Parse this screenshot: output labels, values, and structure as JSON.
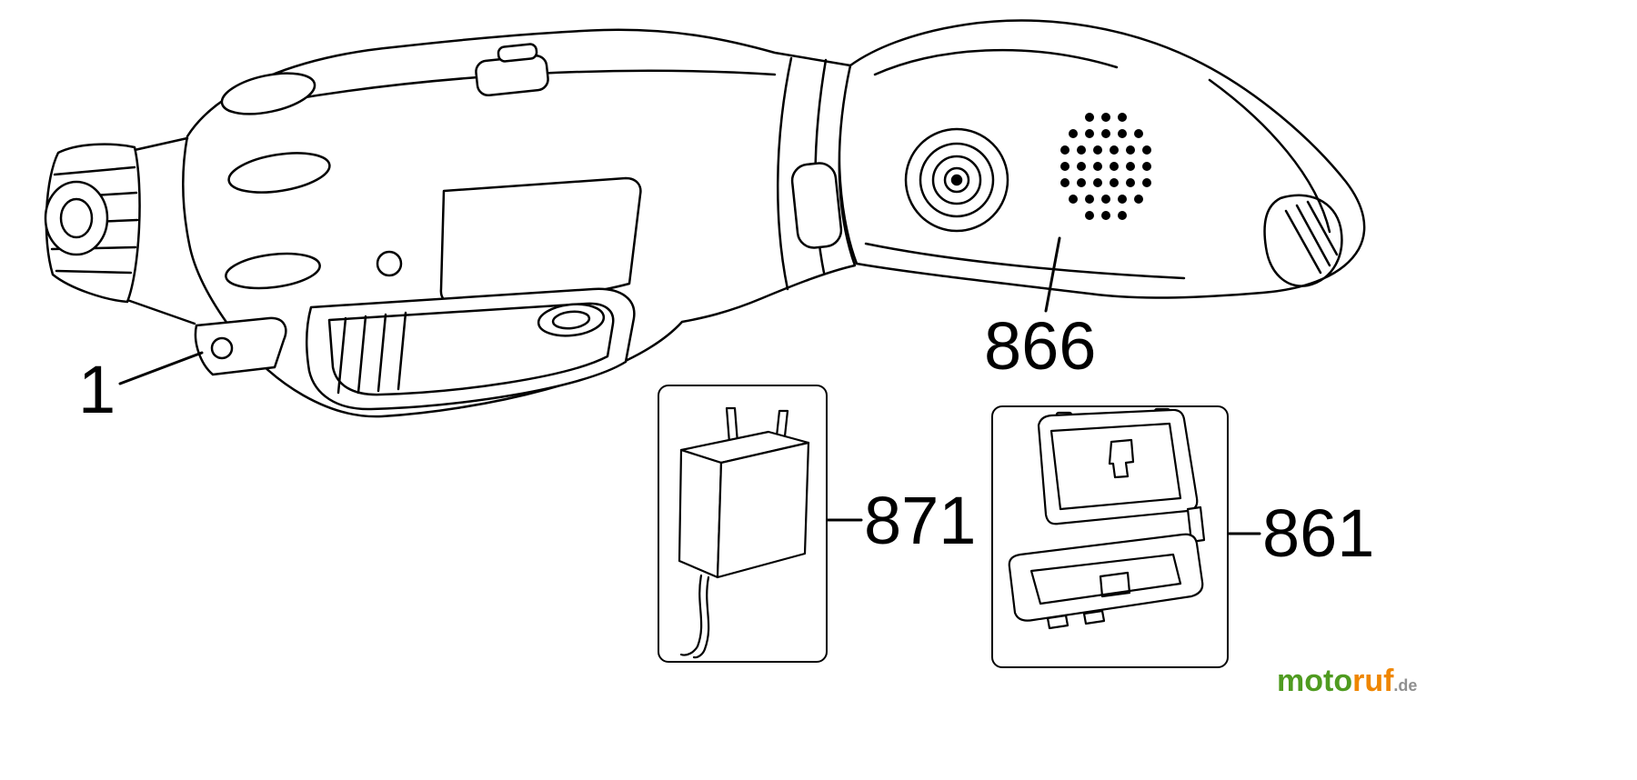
{
  "diagram": {
    "type": "exploded-parts-diagram",
    "subject": "cordless-screwdriver-with-accessories",
    "callouts": {
      "belt_clip": {
        "label": "1"
      },
      "rear_housing": {
        "label": "866"
      },
      "charger": {
        "label": "871"
      },
      "case": {
        "label": "861"
      }
    },
    "drawings": {
      "tool": "cordless-screwdriver",
      "charger": "plug-in-charger",
      "case": "carrying-case"
    }
  },
  "watermark": {
    "brand_green": "moto",
    "brand_orange": "ruf",
    "tld": ".de"
  },
  "colors": {
    "line": "#000000",
    "background": "#ffffff",
    "watermark_green": "#4f9b20",
    "watermark_orange": "#ef8600",
    "watermark_tld": "#909090"
  }
}
